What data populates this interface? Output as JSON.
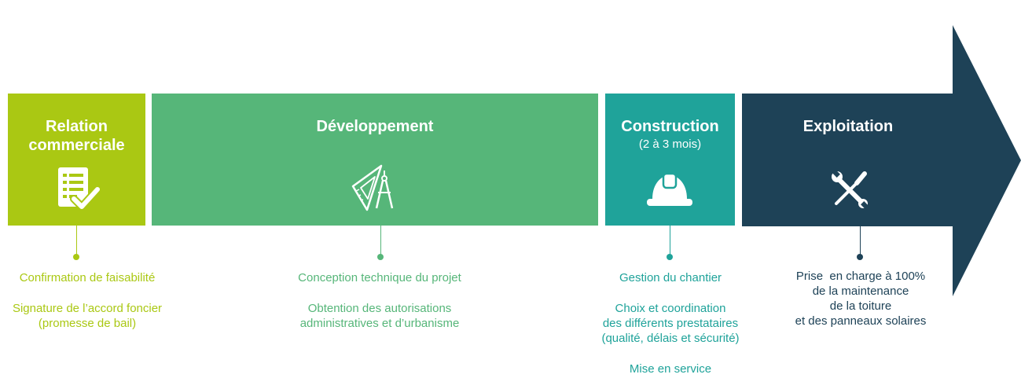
{
  "colors": {
    "relation": "#aac813",
    "developpement": "#56b679",
    "construction": "#1fa39a",
    "exploitation": "#1e4257",
    "text_on_box": "#ffffff"
  },
  "phases": [
    {
      "key": "relation",
      "title_line1": "Relation",
      "title_line2": "commerciale",
      "icon": "checklist-icon",
      "descriptions": [
        "Confirmation de faisabilité",
        "Signature de l’accord foncier (promesse de bail)"
      ]
    },
    {
      "key": "developpement",
      "title": "Développement",
      "icon": "set-square-compass-icon",
      "descriptions": [
        "Conception technique du projet",
        "Obtention des autorisations administratives et d’urbanisme"
      ]
    },
    {
      "key": "construction",
      "title": "Construction",
      "subtitle": "(2 à 3 mois)",
      "icon": "hard-hat-icon",
      "descriptions": [
        "Gestion du chantier",
        "Choix et coordination des différents prestataires (qualité, délais et sécurité)",
        "Mise en service"
      ]
    },
    {
      "key": "exploitation",
      "title": "Exploitation",
      "icon": "wrench-screwdriver-icon",
      "descriptions": [
        "Prise  en charge à 100% de la maintenance de la toiture et des panneaux solaires"
      ]
    }
  ],
  "desc_lines": {
    "relation": {
      "d1": "Confirmation de faisabilité",
      "d2a": "Signature de l’accord foncier",
      "d2b": "(promesse de bail)"
    },
    "developpement": {
      "d1": "Conception technique du projet",
      "d2a": "Obtention des autorisations",
      "d2b": "administratives et d’urbanisme"
    },
    "construction": {
      "d1": "Gestion du chantier",
      "d2a": "Choix et coordination",
      "d2b": "des différents prestataires",
      "d2c": "(qualité, délais et sécurité)",
      "d3": "Mise en service"
    },
    "exploitation": {
      "l1": "Prise  en charge à 100%",
      "l2": "de la maintenance",
      "l3": "de la toiture",
      "l4": "et des panneaux solaires"
    }
  }
}
